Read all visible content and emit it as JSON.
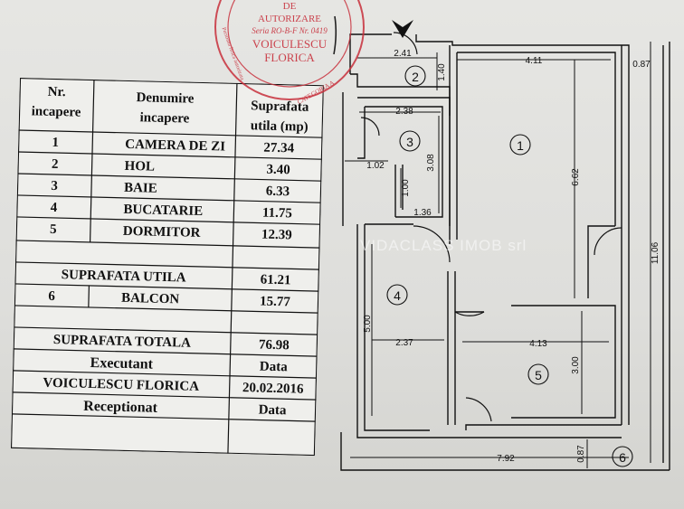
{
  "table": {
    "header": {
      "nr": "Nr.",
      "nr2": "incapere",
      "den": "Denumire",
      "den2": "incapere",
      "sup": "Suprafata",
      "sup2": "utila (mp)"
    },
    "rows": [
      {
        "nr": "1",
        "name": "CAMERA DE ZI",
        "area": "27.34"
      },
      {
        "nr": "2",
        "name": "HOL",
        "area": "3.40"
      },
      {
        "nr": "3",
        "name": "BAIE",
        "area": "6.33"
      },
      {
        "nr": "4",
        "name": "BUCATARIE",
        "area": "11.75"
      },
      {
        "nr": "5",
        "name": "DORMITOR",
        "area": "12.39"
      }
    ],
    "useful": {
      "label": "SUPRAFATA UTILA",
      "value": "61.21"
    },
    "balcony": {
      "nr": "6",
      "name": "BALCON",
      "area": "15.77"
    },
    "total": {
      "label": "SUPRAFATA TOTALA",
      "value": "76.98"
    },
    "executant": {
      "label": "Executant",
      "date_label": "Data"
    },
    "signer": {
      "name": "VOICULESCU FLORICA",
      "date": "20.02.2016"
    },
    "receptionat": {
      "label": "Receptionat",
      "date_label": "Data"
    }
  },
  "plan": {
    "room_numbers": [
      "1",
      "2",
      "3",
      "4",
      "5",
      "6"
    ],
    "dims": {
      "hall_width": "2.41",
      "hall_height": "1.40",
      "top_width": "4.11",
      "right_offset": "0.87",
      "bath_width": "2.38",
      "bath_height": "3.08",
      "bath_step": "1.02",
      "bath_small_h": "1.00",
      "bath_small_w": "1.36",
      "living_height": "6.62",
      "total_height": "11.06",
      "kitchen_height": "5.00",
      "kitchen_width": "2.37",
      "bed_width": "4.13",
      "bed_height": "3.00",
      "total_width": "7.92",
      "balcony_depth": "0.87"
    }
  },
  "watermark": "VIDACLASS IMOB srl",
  "stamp": {
    "line1": "DE",
    "line2": "AUTORIZARE",
    "line3": "Seria RO-B-F Nr. 0419",
    "line4": "VOICULESCU",
    "line5": "FLORICA",
    "ring_bottom": "CATEGORIA A",
    "ring_left": "Persoana fizica autorizata"
  },
  "colors": {
    "stamp": "#c8303c",
    "ink": "#111111"
  }
}
